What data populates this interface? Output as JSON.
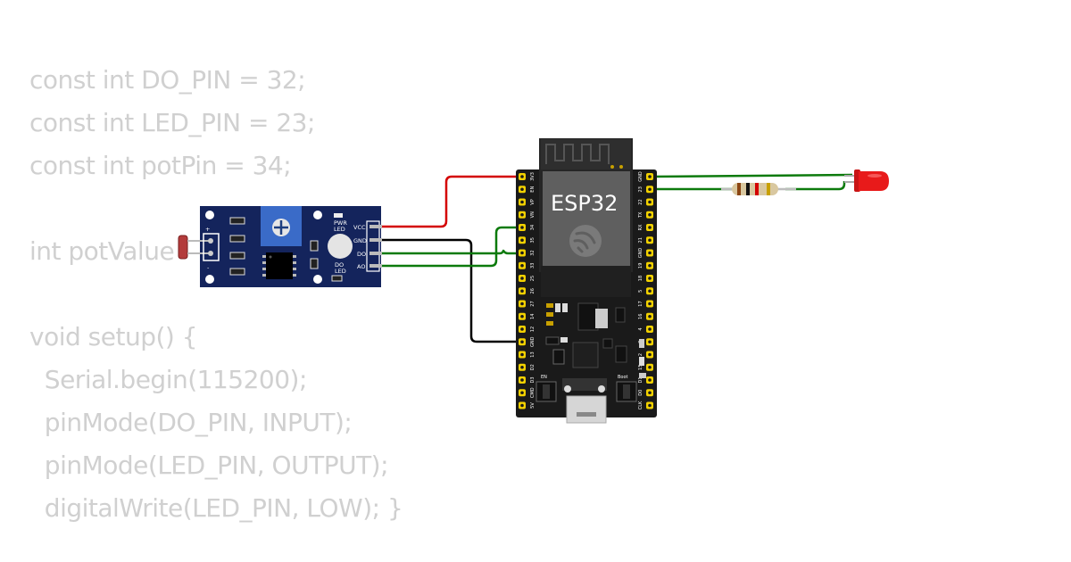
{
  "code": {
    "lines": [
      "const int DO_PIN = 32;",
      "const int LED_PIN = 23;",
      "const int potPin = 34;",
      "",
      "int potValue",
      "",
      "void setup() {",
      "  Serial.begin(115200);",
      "  pinMode(DO_PIN, INPUT);",
      "  pinMode(LED_PIN, OUTPUT);",
      "  digitalWrite(LED_PIN, LOW); }"
    ]
  },
  "sensor": {
    "pins": [
      "VCC",
      "GND",
      "DO",
      "AO"
    ],
    "pwr_led": [
      "PWR",
      "LED"
    ],
    "do_led": [
      "DO",
      "LED"
    ],
    "plus": "+",
    "minus": "-"
  },
  "esp32": {
    "label": "ESP32",
    "left_pins": [
      "3V3",
      "EN",
      "VP",
      "VN",
      "34",
      "35",
      "32",
      "33",
      "25",
      "26",
      "27",
      "14",
      "12",
      "GND",
      "13",
      "D2",
      "D3",
      "CMD",
      "5V"
    ],
    "right_pins": [
      "GND",
      "23",
      "22",
      "TX",
      "RX",
      "21",
      "GND",
      "19",
      "18",
      "5",
      "17",
      "16",
      "4",
      "0",
      "2",
      "15",
      "D1",
      "D0",
      "CLK"
    ],
    "en_label": "EN",
    "boot_label": "Boot"
  },
  "colors": {
    "wire_red": "#d40000",
    "wire_black": "#000000",
    "wire_green": "#0c7a0c",
    "board": "#1a1a1a",
    "sensor_board": "#14245c",
    "led_red": "#e81a1a"
  }
}
